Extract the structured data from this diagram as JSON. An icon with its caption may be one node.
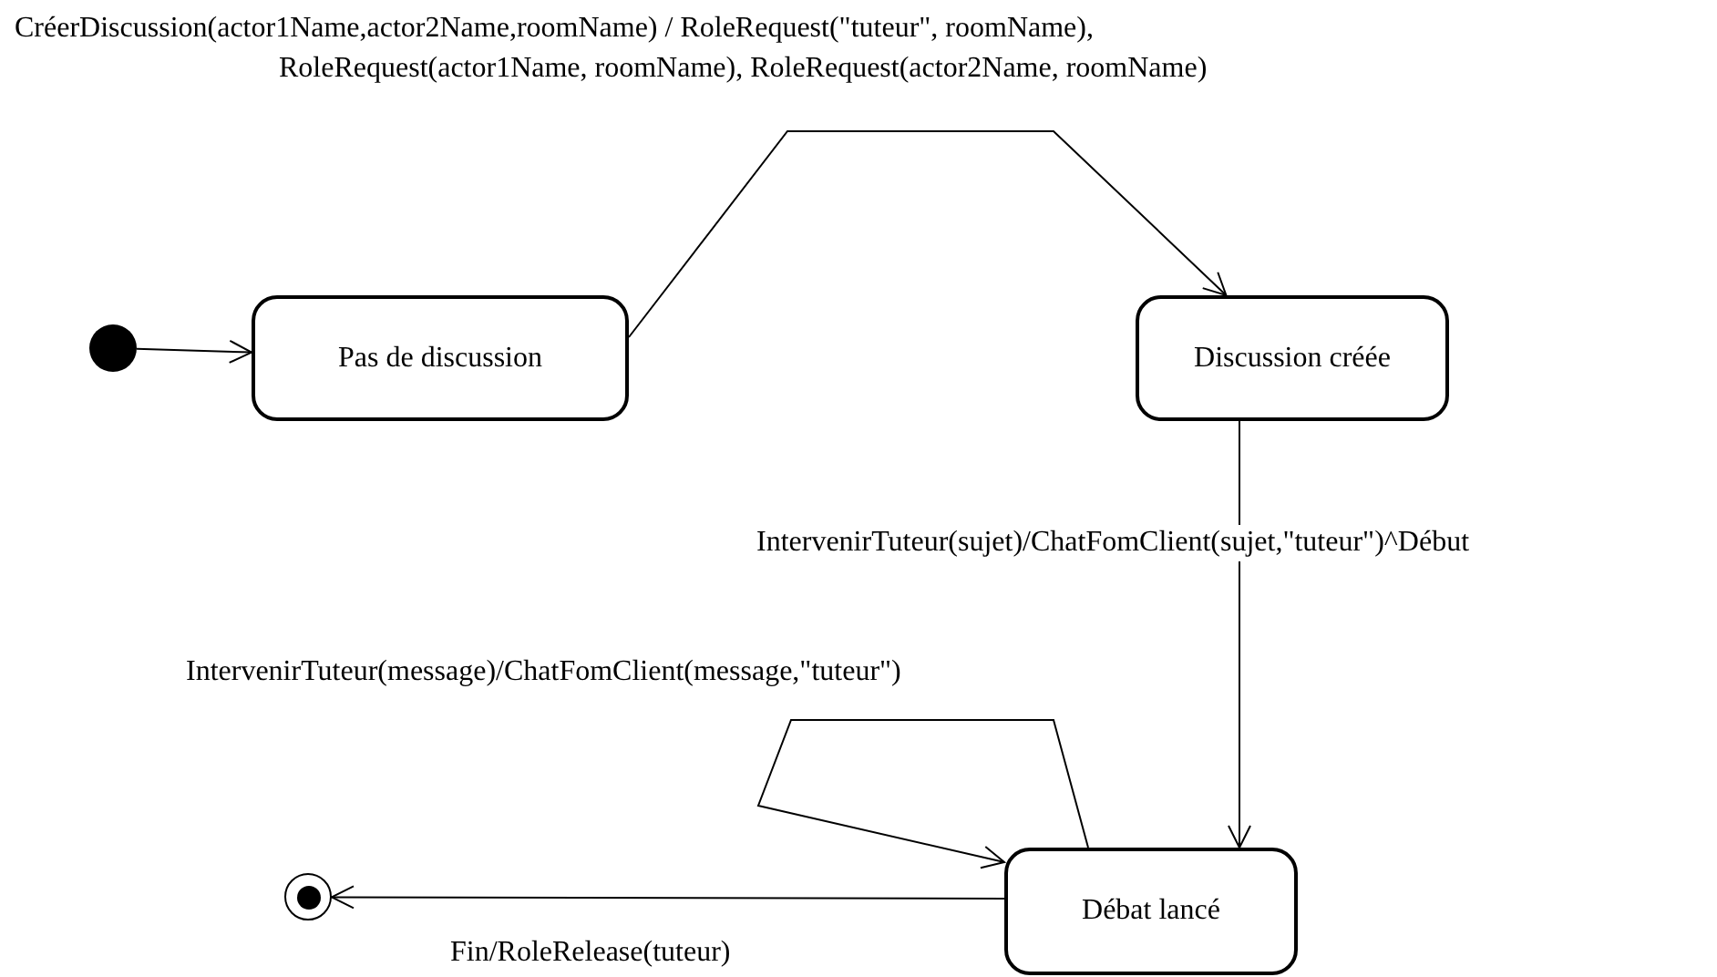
{
  "diagram": {
    "nodes": [
      {
        "text": [],
        "shape": "circle"
      },
      {
        "text": [
          "Pas de discussion"
        ]
      },
      {
        "text": [
          "Discussion créée"
        ]
      },
      {
        "text": [
          "Débat lancé"
        ]
      },
      {
        "text": [],
        "shape": "bullseye"
      }
    ],
    "edges": [
      {
        "from": 0,
        "to": 1,
        "arrow": "to"
      },
      {
        "from": 1,
        "to": 2,
        "arrow": "to",
        "label": "CréerDiscussion(actor1Name,actor2Name,roomName) / RoleRequest(\"tuteur\", roomName), RoleRequest(actor1Name, roomName), RoleRequest(actor2Name, roomName)"
      },
      {
        "from": 2,
        "to": 3,
        "arrow": "to",
        "label": "IntervenirTuteur(sujet)/ChatFomClient(sujet,\"tuteur\")^Début"
      },
      {
        "from": 3,
        "to": 3,
        "arrow": "to",
        "label": "IntervenirTuteur(message)/ChatFomClient(message,\"tuteur\")"
      },
      {
        "from": 3,
        "to": 4,
        "arrow": "to",
        "label": "Fin/RoleRelease(tuteur)"
      }
    ]
  }
}
